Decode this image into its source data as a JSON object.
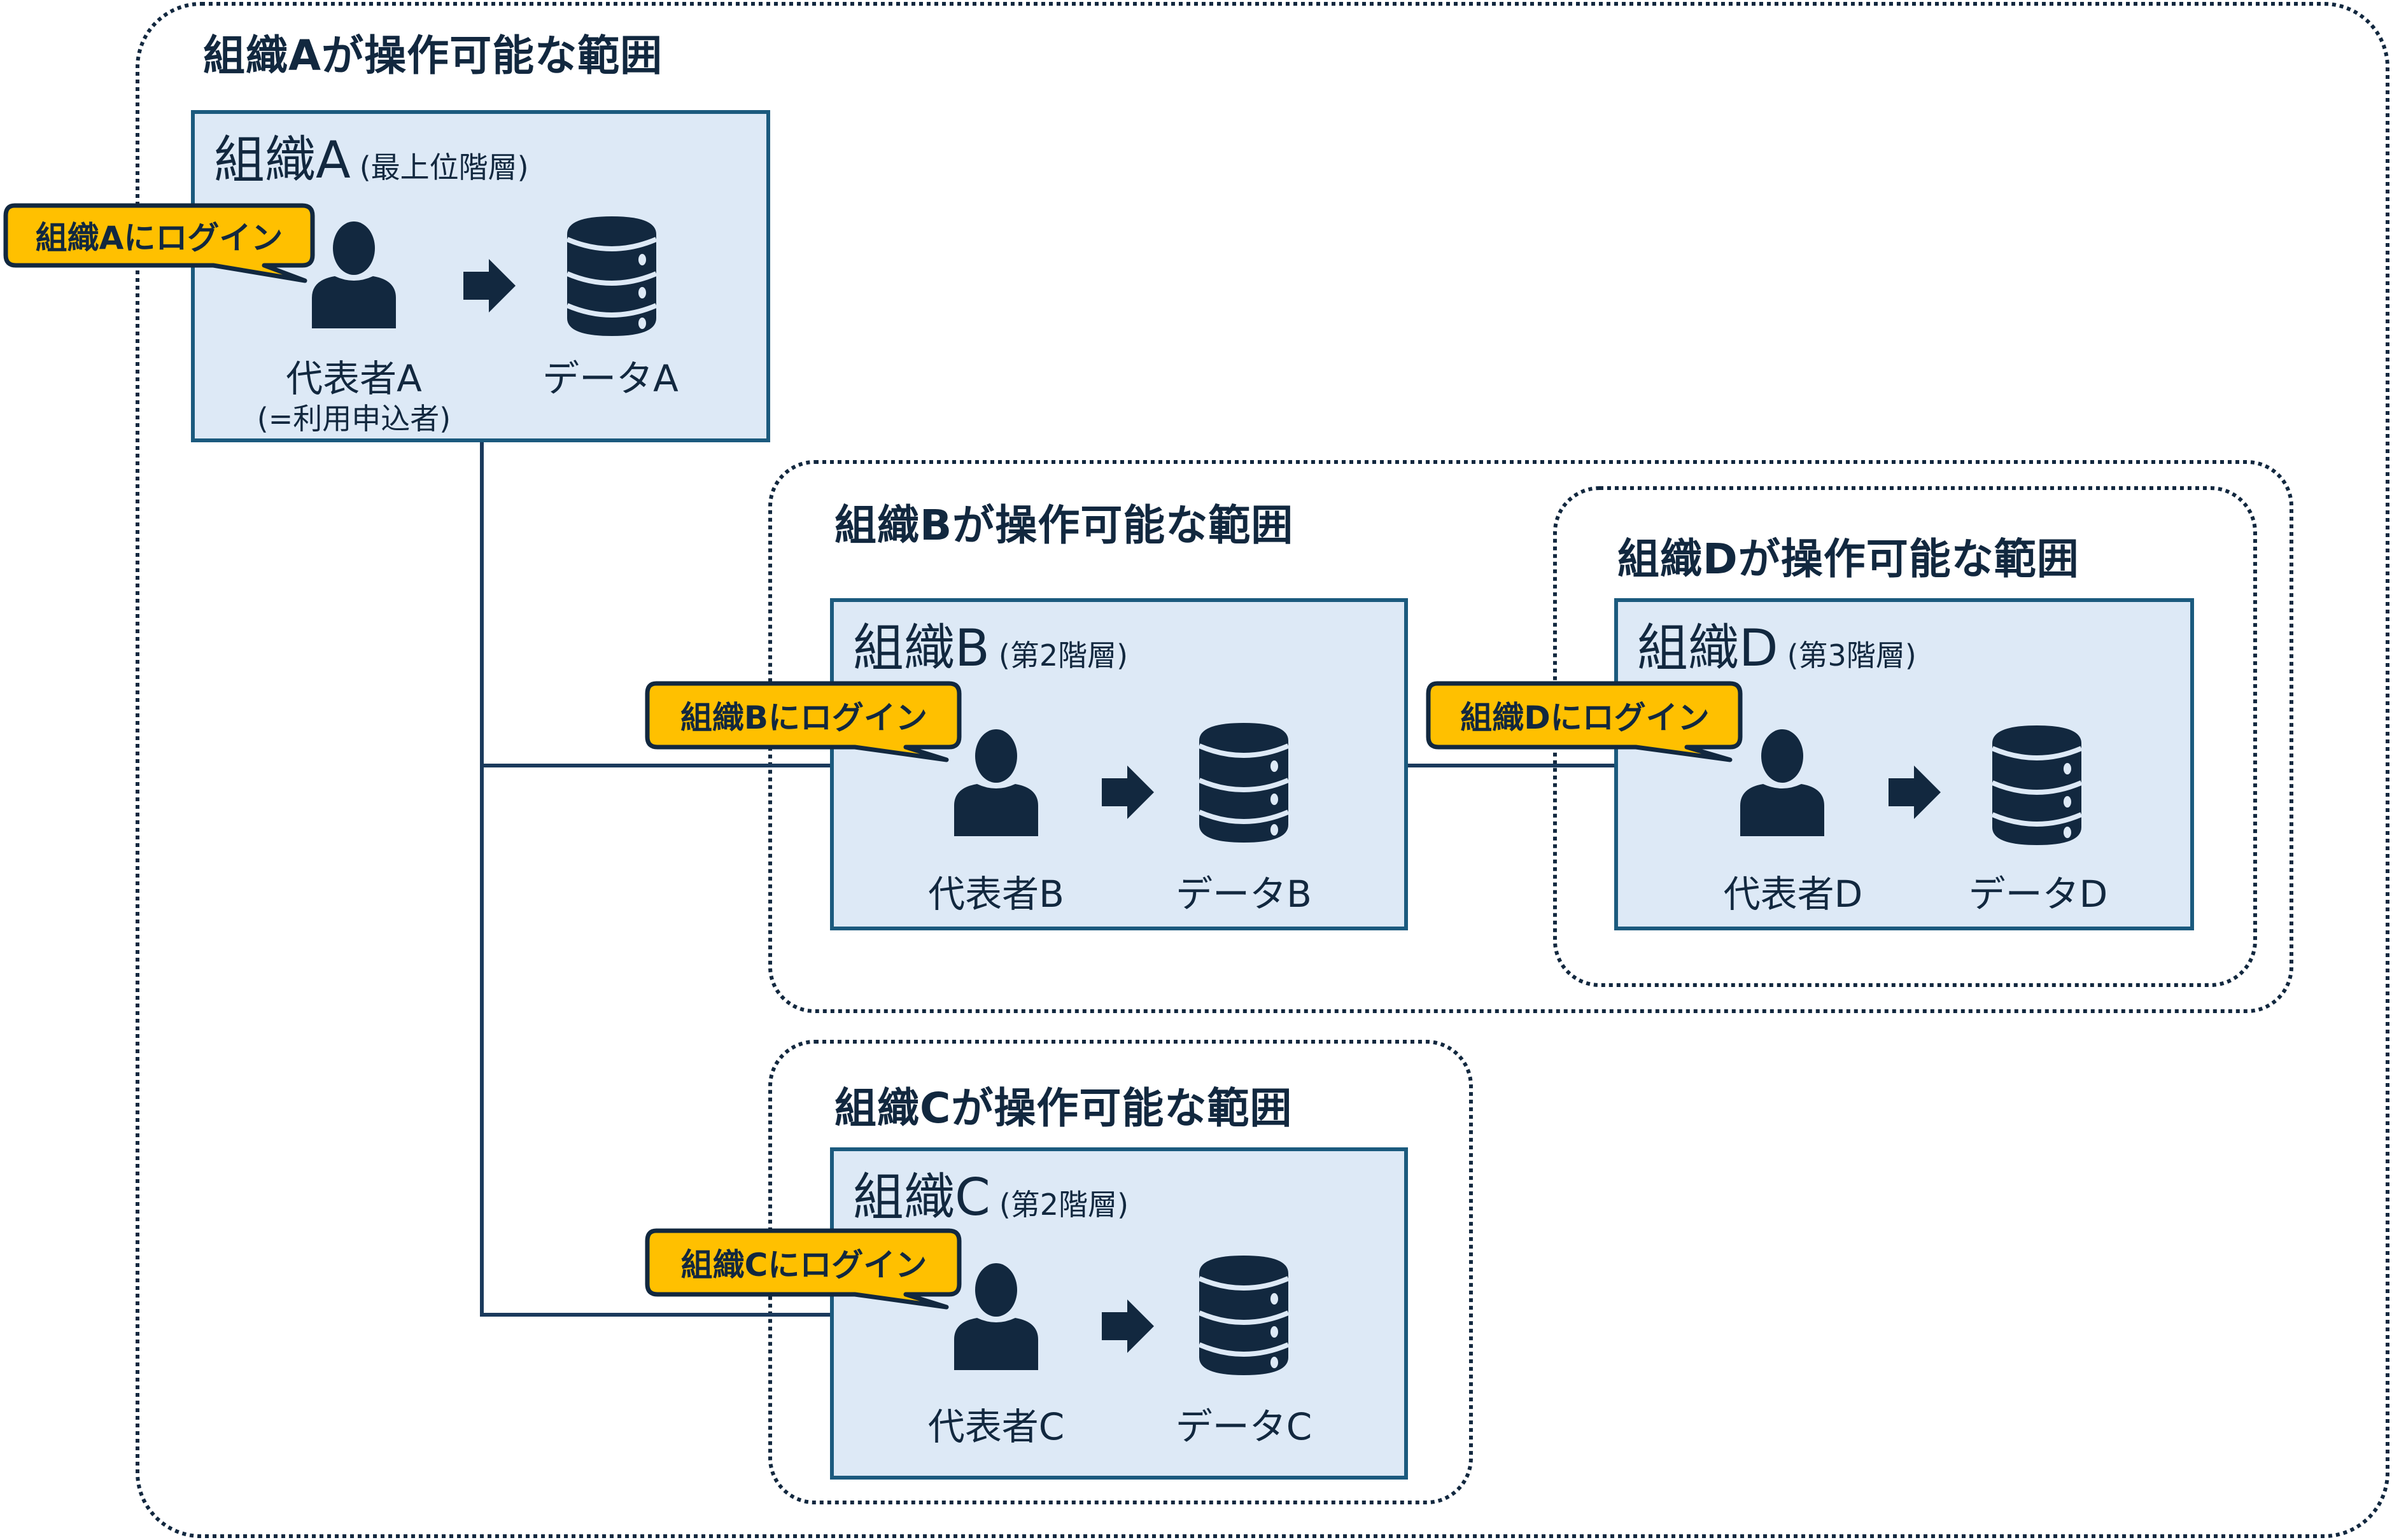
{
  "colors": {
    "navy": "#12283f",
    "box_fill": "#dde9f6",
    "box_border": "#1b5a7e",
    "callout_fill": "#ffc000"
  },
  "scopes": {
    "a": {
      "title": "組織Aが操作可能な範囲"
    },
    "b": {
      "title": "組織Bが操作可能な範囲"
    },
    "c": {
      "title": "組織Cが操作可能な範囲"
    },
    "d": {
      "title": "組織Dが操作可能な範囲"
    }
  },
  "orgs": {
    "a": {
      "name": "組織A",
      "level": "(最上位階層)",
      "callout": "組織Aにログイン",
      "representative": "代表者A",
      "representative_note": "(=利用申込者)",
      "data": "データA"
    },
    "b": {
      "name": "組織B",
      "level": "(第2階層)",
      "callout": "組織Bにログイン",
      "representative": "代表者B",
      "data": "データB"
    },
    "c": {
      "name": "組織C",
      "level": "(第2階層)",
      "callout": "組織Cにログイン",
      "representative": "代表者C",
      "data": "データC"
    },
    "d": {
      "name": "組織D",
      "level": "(第3階層)",
      "callout": "組織Dにログイン",
      "representative": "代表者D",
      "data": "データD"
    }
  },
  "icons": {
    "person": "person-icon",
    "arrow": "arrow-right-icon",
    "database": "database-icon"
  }
}
